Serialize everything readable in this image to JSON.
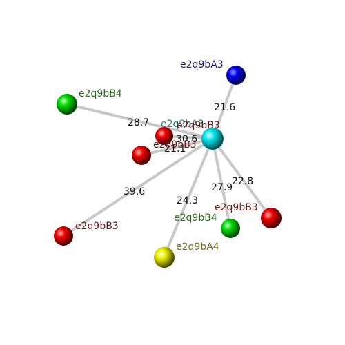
{
  "colors": {
    "background": "#ffffff",
    "bond": "#bdbdbd",
    "center_atom": "#00e5ee",
    "atom_blue": "#0000ee",
    "atom_green": "#00dd00",
    "atom_red": "#ee0000",
    "atom_yellow": "#eeee00",
    "label_blue": "#1a1a6e",
    "label_green": "#2e6b1e",
    "label_red": "#6b1a1a",
    "label_yellow": "#6b6b1e",
    "label_teal": "#2e7b7b"
  },
  "center": {
    "label": "e2q9bA3",
    "second_label": "e2q9bB3"
  },
  "atoms": [
    {
      "id": "a_blue",
      "label": "e2q9bA3",
      "color": "atom_blue",
      "distance": "21.6"
    },
    {
      "id": "a_green_left",
      "label": "e2q9bB4",
      "color": "atom_green",
      "distance": "28.7"
    },
    {
      "id": "a_red_small_upper",
      "label": "",
      "color": "atom_red",
      "distance": "30.6"
    },
    {
      "id": "a_red_small_lower",
      "label": "e2q9bB3",
      "color": "atom_red",
      "distance": "21.1"
    },
    {
      "id": "a_red_left",
      "label": "e2q9bB3",
      "color": "atom_red",
      "distance": "39.6"
    },
    {
      "id": "a_yellow",
      "label": "e2q9bA4",
      "color": "atom_yellow",
      "distance": "24.3"
    },
    {
      "id": "a_green_right",
      "label": "e2q9bB4",
      "color": "atom_green",
      "distance": "27.9"
    },
    {
      "id": "a_red_right",
      "label": "e2q9bB3",
      "color": "atom_red",
      "distance": "22.8"
    }
  ]
}
